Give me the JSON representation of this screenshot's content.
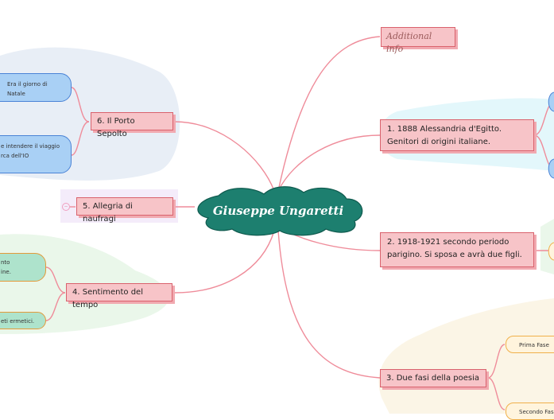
{
  "central": {
    "label": "Giuseppe Ungaretti"
  },
  "topics": {
    "additional": "Additional info",
    "t1": "1. 1888 Alessandria d'Egitto. Genitori di origini italiane.",
    "t2": "2. 1918-1921 secondo periodo parigino. Si sposa e avrà due figli.",
    "t3": "3. Due fasi della poesia",
    "t4": "4. Sentimento del tempo",
    "t5": "5. Allegria di naufragi",
    "t6": "6. Il Porto Sepolto"
  },
  "subtopics": {
    "porto_1": "Era il giorno di Natale",
    "porto_2a": "e intendere il viaggio",
    "porto_2b": "rca dell'IO",
    "sent_1a": "nto",
    "sent_1b": "ine.",
    "sent_2": "eti ermetici.",
    "fasi_1": "Prima Fase",
    "fasi_2": "Secondo Fase"
  },
  "colors": {
    "central_fill": "#1d7f6f",
    "topic_fill": "#f7c4c8",
    "topic_border": "#d9626d",
    "link": "#ef8c9a",
    "blue_zone": "#e8eef6",
    "cyan_zone": "#e3f7fb",
    "green_zone": "#eaf7ea",
    "cream_zone": "#fbf5e6",
    "lavender_zone": "#f4ecfa"
  }
}
